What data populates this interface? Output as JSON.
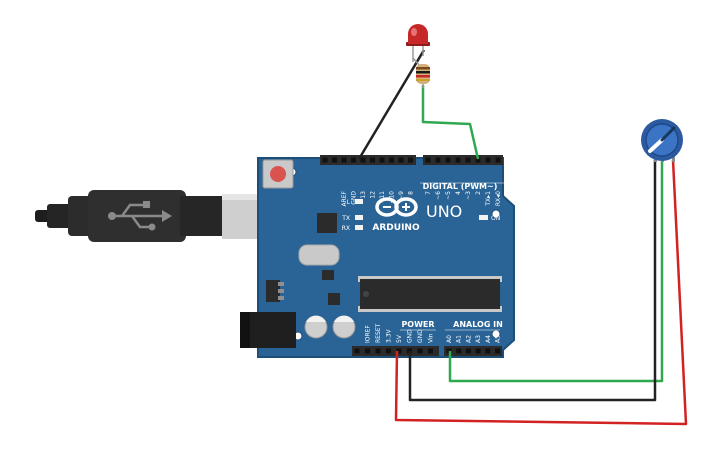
{
  "board": {
    "logo_text": "ARDUINO",
    "model": "UNO",
    "digital_label": "DIGITAL (PWM~)",
    "power_label": "POWER",
    "analog_label": "ANALOG IN",
    "on_label": "ON",
    "l_label": "L",
    "tx_label": "TX",
    "rx_label": "RX",
    "digital_pin_labels": [
      "AREF",
      "GND",
      "13",
      "12",
      "~11",
      "~10",
      "~9",
      "8",
      "7",
      "~6",
      "~5",
      "4",
      "~3",
      "2",
      "TX▸1",
      "RX◂0"
    ],
    "power_pin_labels": [
      "IOREF",
      "RESET",
      "3.3V",
      "5V",
      "GND",
      "GND",
      "Vin"
    ],
    "analog_pin_labels": [
      "A0",
      "A1",
      "A2",
      "A3",
      "A4",
      "A5"
    ]
  },
  "components": {
    "usb_cable": "usb-cable",
    "led_color": "#c62828",
    "resistor_color": "#d4b07a",
    "potentiometer_color": "#3b74c4"
  },
  "wires": {
    "colors": {
      "green": "#2fa84f",
      "black": "#222222",
      "red": "#d32222"
    }
  },
  "colors": {
    "board": "#2a6496",
    "board_edge": "#1d4e78",
    "header": "#2b2b2b",
    "connector_metal": "#d9d9d9"
  }
}
